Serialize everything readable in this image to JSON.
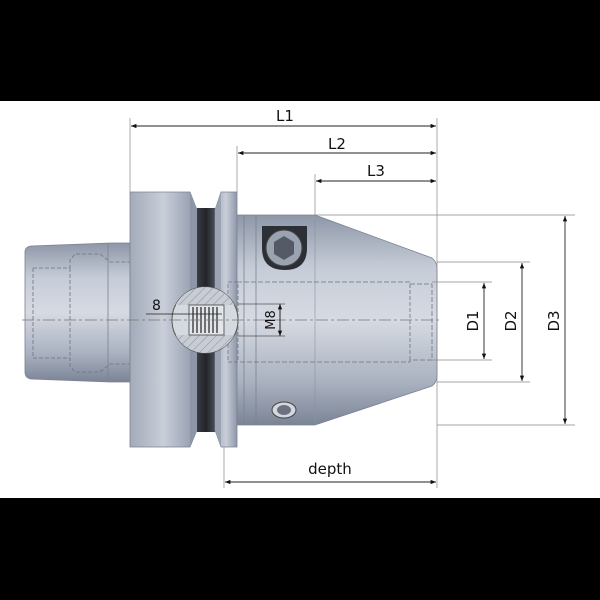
{
  "drawing": {
    "subject": "Hydraulic tool holder technical drawing",
    "dimensions": {
      "l1": "L1",
      "l2": "L2",
      "l3": "L3",
      "d1": "D1",
      "d2": "D2",
      "d3": "D3",
      "depth": "depth",
      "thread": "M8",
      "thread_detail": "8"
    },
    "colors": {
      "metal_light": "#c9ced8",
      "metal_mid": "#9ea6b6",
      "metal_dark": "#6f7789",
      "groove": "#2b2d33",
      "line": "#555555",
      "background": "#ffffff",
      "frame": "#000000"
    }
  }
}
